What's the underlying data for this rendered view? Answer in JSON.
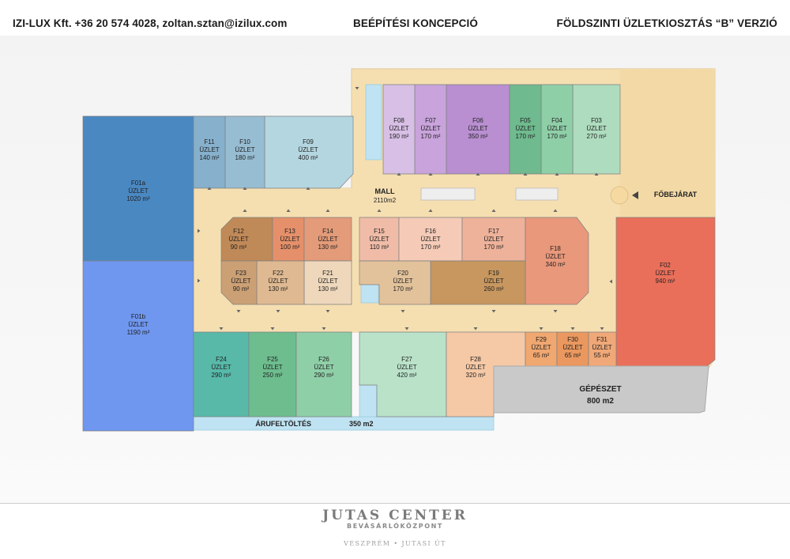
{
  "header": {
    "company": "IZI-LUX Kft. +36 20 574 4028, zoltan.sztan@izilux.com",
    "concept": "BEÉPÍTÉSI KONCEPCIÓ",
    "version": "FÖLDSZINTI ÜZLETKIOSZTÁS “B” VERZIÓ"
  },
  "labels": {
    "unit_type": "ÜZLET",
    "mall": "MALL",
    "mall_area": "2110m2",
    "entrance": "FŐBEJÁRAT",
    "loading": "ÁRUFELTÖLTÉS",
    "loading_area": "350 m2",
    "plant": "GÉPÉSZET",
    "plant_area": "800 m2"
  },
  "units": {
    "F01a": {
      "id": "F01a",
      "area": "1020 m²",
      "color": "#4a88c2"
    },
    "F01b": {
      "id": "F01b",
      "area": "1190 m²",
      "color": "#6f97f0"
    },
    "F02": {
      "id": "F02",
      "area": "940 m²",
      "color": "#ea6f5a"
    },
    "F03": {
      "id": "F03",
      "area": "270 m²",
      "color": "#aedcbe"
    },
    "F04": {
      "id": "F04",
      "area": "170 m²",
      "color": "#8fcfa8"
    },
    "F05": {
      "id": "F05",
      "area": "170 m²",
      "color": "#6fba8e"
    },
    "F06": {
      "id": "F06",
      "area": "350 m²",
      "color": "#b98fd1"
    },
    "F07": {
      "id": "F07",
      "area": "170 m²",
      "color": "#c9a3dc"
    },
    "F08": {
      "id": "F08",
      "area": "190 m²",
      "color": "#d7bfe5"
    },
    "F09": {
      "id": "F09",
      "area": "400 m²",
      "color": "#b4d6e0"
    },
    "F10": {
      "id": "F10",
      "area": "180 m²",
      "color": "#97bdd3"
    },
    "F11": {
      "id": "F11",
      "area": "140 m²",
      "color": "#86b0cc"
    },
    "F12": {
      "id": "F12",
      "area": "90 m²",
      "color": "#c08a58"
    },
    "F13": {
      "id": "F13",
      "area": "100 m²",
      "color": "#e5906a"
    },
    "F14": {
      "id": "F14",
      "area": "130 m²",
      "color": "#e39b79"
    },
    "F15": {
      "id": "F15",
      "area": "110 m²",
      "color": "#f0bca8"
    },
    "F16": {
      "id": "F16",
      "area": "170 m²",
      "color": "#f5cbb8"
    },
    "F17": {
      "id": "F17",
      "area": "170 m²",
      "color": "#eeb29a"
    },
    "F18": {
      "id": "F18",
      "area": "340 m²",
      "color": "#e9987b"
    },
    "F19": {
      "id": "F19",
      "area": "260 m²",
      "color": "#c7975f"
    },
    "F20": {
      "id": "F20",
      "area": "170 m²",
      "color": "#e2c29b"
    },
    "F21": {
      "id": "F21",
      "area": "130 m²",
      "color": "#eed7bb"
    },
    "F22": {
      "id": "F22",
      "area": "130 m²",
      "color": "#dfb991"
    },
    "F23": {
      "id": "F23",
      "area": "90 m²",
      "color": "#cba075"
    },
    "F24": {
      "id": "F24",
      "area": "290 m²",
      "color": "#58b9a9"
    },
    "F25": {
      "id": "F25",
      "area": "250 m²",
      "color": "#6dbd8e"
    },
    "F26": {
      "id": "F26",
      "area": "290 m²",
      "color": "#8fcfa8"
    },
    "F27": {
      "id": "F27",
      "area": "420 m²",
      "color": "#b9e2c9"
    },
    "F28": {
      "id": "F28",
      "area": "320 m²",
      "color": "#f5c9a6"
    },
    "F29": {
      "id": "F29",
      "area": "65 m²",
      "color": "#f0a770"
    },
    "F30": {
      "id": "F30",
      "area": "65 m²",
      "color": "#ea985f"
    },
    "F31": {
      "id": "F31",
      "area": "55 m²",
      "color": "#f0a878"
    }
  },
  "colors": {
    "mall_floor": "#f5dfb1",
    "service_strip": "#bfe3f2",
    "plant": "#c9c9c9"
  },
  "logo": {
    "title": "JUTAS CENTER",
    "subtitle": "BEVÁSÁRLÓKÖZPONT",
    "location": "VESZPRÉM • JUTASI ÚT"
  }
}
